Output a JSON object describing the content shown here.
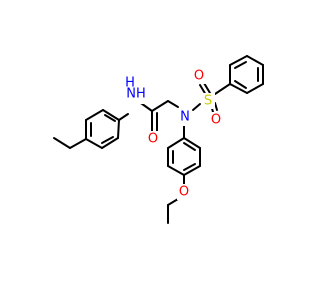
{
  "molecule": {
    "atoms": {
      "nh": {
        "text": "NH"
      },
      "h_of_nh": {
        "text": "H"
      },
      "amide_o": {
        "text": "O"
      },
      "n_sulfonyl": {
        "text": "N"
      },
      "s": {
        "text": "S"
      },
      "o_s_left": {
        "text": "O"
      },
      "o_s_bottom": {
        "text": "O"
      },
      "ether_o": {
        "text": "O"
      }
    },
    "colors": {
      "bond": "#000000",
      "nitrogen": "#0000ff",
      "oxygen": "#ff0000",
      "sulfur": "#cccc00"
    }
  }
}
